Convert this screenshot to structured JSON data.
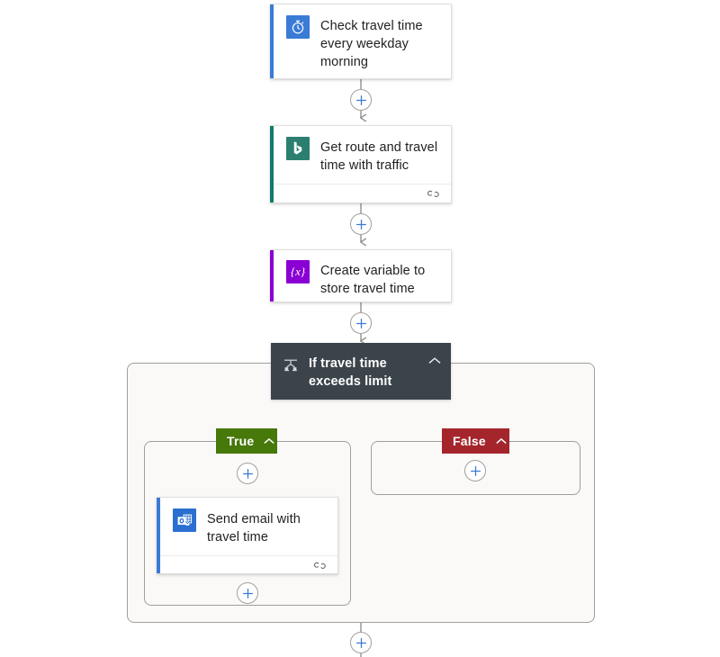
{
  "canvas": {
    "background": "#ffffff",
    "scope_background": "#faf9f8",
    "scope_border": "#a19f9d",
    "wire_color": "#8a8886",
    "plus_color": "#3a7bd5"
  },
  "nodes": {
    "trigger": {
      "title": "Check travel time every weekday morning",
      "icon": "stopwatch-icon",
      "icon_bg": "#3a7bd5",
      "accent": "#3a7bd5",
      "has_footer": false
    },
    "bing": {
      "title": "Get route and travel time with traffic",
      "icon": "bing-maps-icon",
      "icon_bg": "#2b7f6e",
      "accent": "#0f7b6c",
      "has_footer": true,
      "footer_icon": "link-chain-icon"
    },
    "variable": {
      "title": "Create variable to store travel time",
      "icon": "variables-icon",
      "icon_glyph": "{x}",
      "icon_bg": "#8a00d4",
      "accent": "#8a00d4",
      "has_footer": false
    },
    "condition": {
      "title": "If travel time exceeds limit",
      "icon": "condition-icon",
      "background": "#3b444b",
      "collapse_icon": "chevron-up-icon"
    },
    "email": {
      "title": "Send email with travel time",
      "icon": "outlook-icon",
      "icon_bg": "#2b6fd0",
      "accent": "#3a7bd5",
      "has_footer": true,
      "footer_icon": "link-chain-icon"
    }
  },
  "branches": {
    "true": {
      "label": "True",
      "color": "#46780a",
      "collapse_icon": "chevron-up-icon"
    },
    "false": {
      "label": "False",
      "color": "#a4262c",
      "collapse_icon": "chevron-up-icon"
    }
  },
  "add_buttons": [
    {
      "name": "add-step-after-trigger",
      "glyph": "+"
    },
    {
      "name": "add-step-after-bing",
      "glyph": "+"
    },
    {
      "name": "add-step-after-variable",
      "glyph": "+"
    },
    {
      "name": "add-step-in-true-before-email",
      "glyph": "+"
    },
    {
      "name": "add-step-in-true-after-email",
      "glyph": "+"
    },
    {
      "name": "add-step-in-false",
      "glyph": "+"
    },
    {
      "name": "add-step-after-condition",
      "glyph": "+"
    }
  ]
}
